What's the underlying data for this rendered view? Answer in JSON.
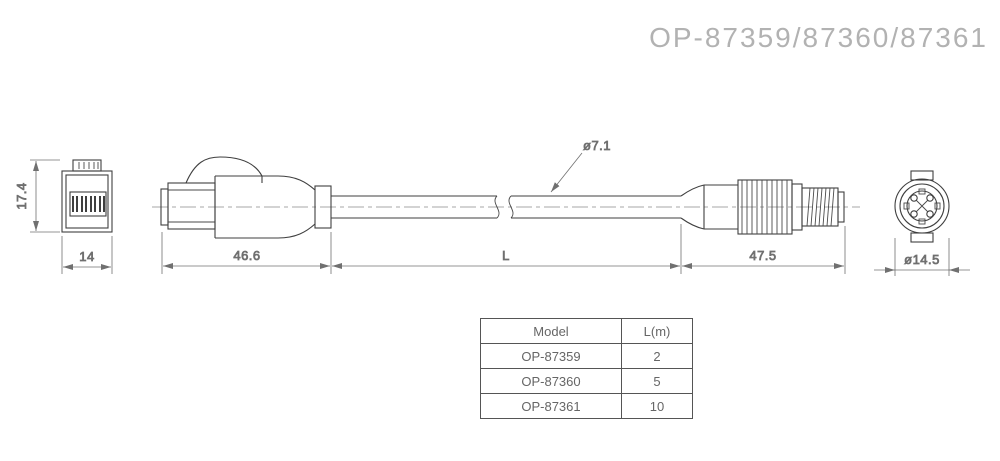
{
  "title": "OP-87359/87360/87361",
  "dimensions": {
    "connector_height": "17.4",
    "connector_width": "14",
    "rj45_length": "46.6",
    "cable_length_label": "L",
    "m12_length": "47.5",
    "cable_diameter": "ø7.1",
    "m12_diameter": "ø14.5"
  },
  "table": {
    "headers": [
      "Model",
      "L(m)"
    ],
    "rows": [
      [
        "OP-87359",
        "2"
      ],
      [
        "OP-87360",
        "5"
      ],
      [
        "OP-87361",
        "10"
      ]
    ]
  }
}
